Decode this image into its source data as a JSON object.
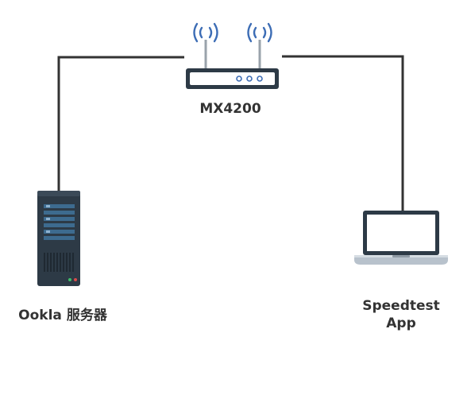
{
  "nodes": {
    "router": {
      "label": "MX4200"
    },
    "server": {
      "label": "Ookla 服务器"
    },
    "app": {
      "label_line1": "Speedtest",
      "label_line2": "App"
    }
  },
  "colors": {
    "line": "#333333",
    "signal": "#3d6db5",
    "device_dark": "#2d3a46",
    "server_panel": "#3d6b8f",
    "screen": "#ffffff",
    "laptop_base": "#b8c2cc"
  },
  "icons": [
    "wifi-signal-icon",
    "router-icon",
    "server-icon",
    "laptop-icon"
  ]
}
